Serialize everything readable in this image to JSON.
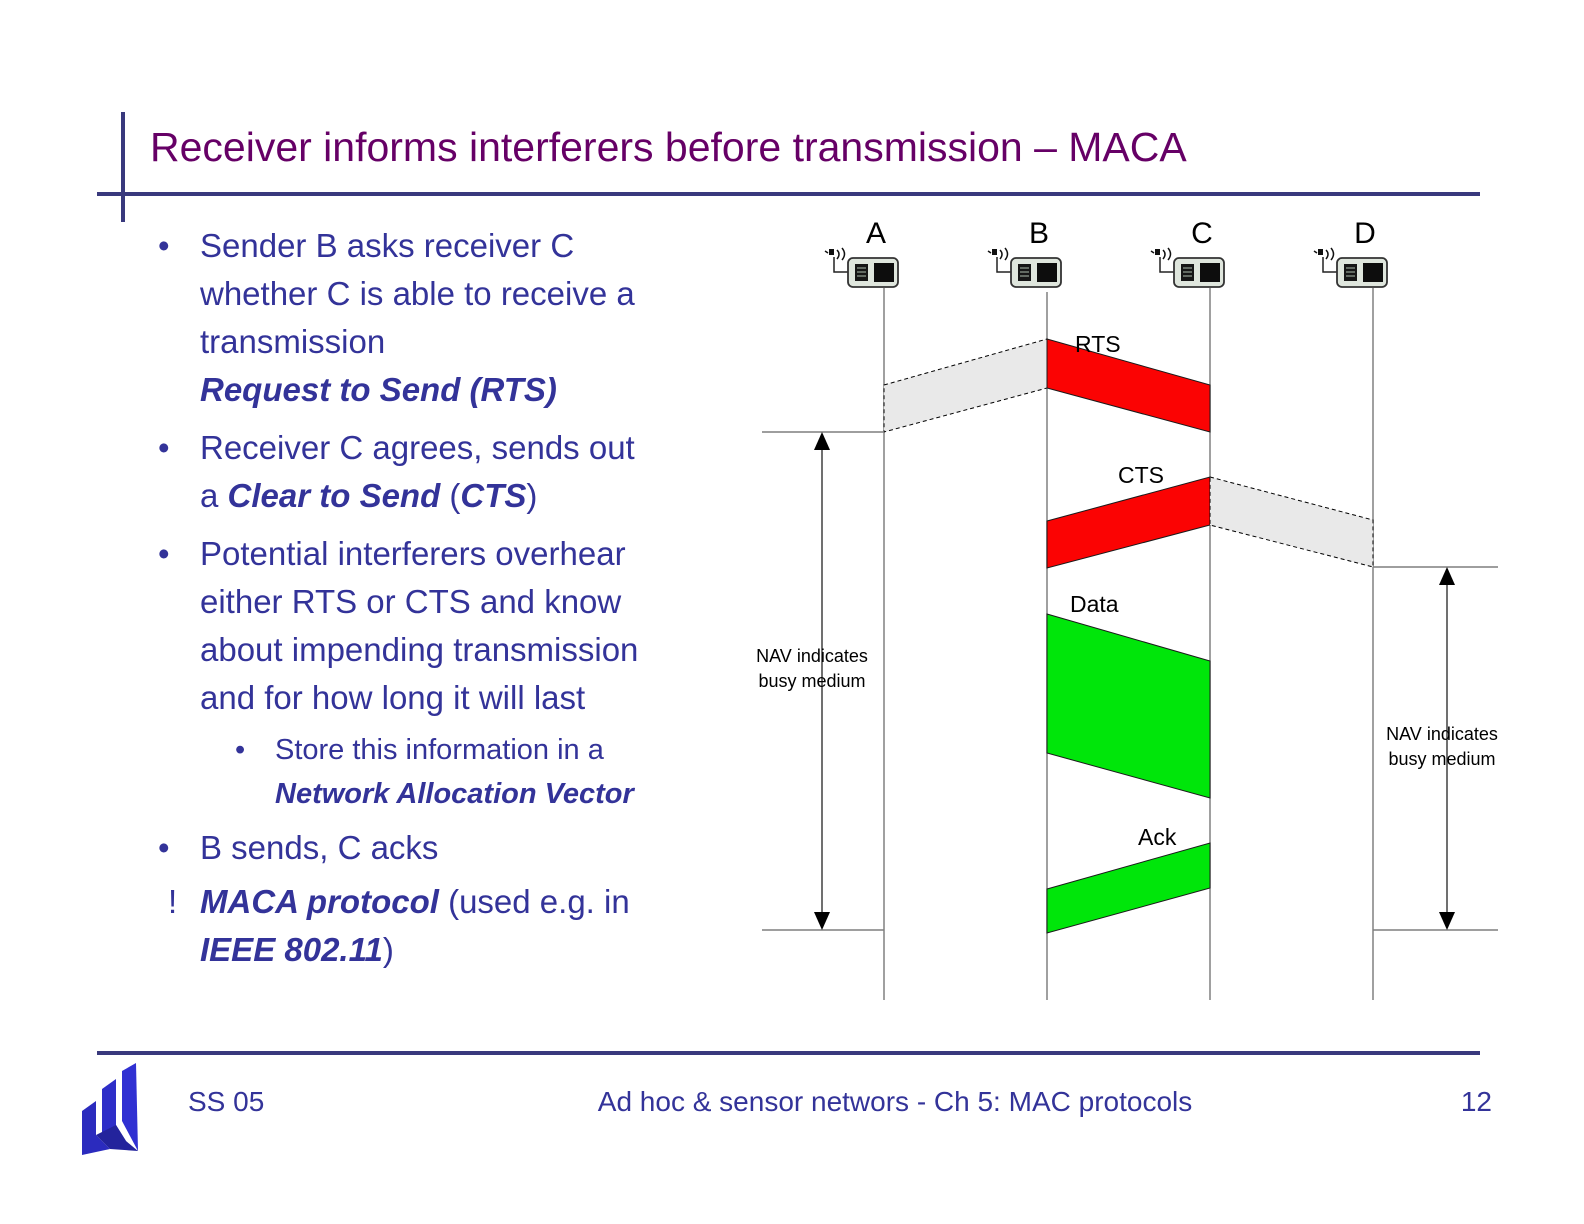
{
  "title": "Receiver informs interferers before transmission – MACA",
  "bullets": [
    {
      "marker": "•",
      "lines": [
        [
          "Sender B asks receiver C"
        ],
        [
          "whether C is able to receive a"
        ],
        [
          "transmission"
        ],
        [
          "Request to Send (RTS)"
        ]
      ]
    },
    {
      "marker": "•",
      "lines": [
        [
          "Receiver C agrees, sends out"
        ],
        [
          "a ",
          "Clear to Send",
          " (",
          "CTS",
          ")"
        ]
      ]
    },
    {
      "marker": "•",
      "lines": [
        [
          "Potential interferers overhear"
        ],
        [
          "either RTS or CTS and know"
        ],
        [
          "about impending transmission"
        ],
        [
          "and for how long it will last"
        ]
      ]
    },
    {
      "marker": "•",
      "lines": [
        [
          "Store this information in a"
        ],
        [
          "Network Allocation Vector"
        ]
      ]
    },
    {
      "marker": "•",
      "lines": [
        [
          "B sends, C acks"
        ]
      ]
    },
    {
      "marker": "!",
      "lines": [
        [
          "MACA protocol",
          " (used e.g. in"
        ],
        [
          "IEEE 802.11",
          ")"
        ]
      ]
    }
  ],
  "diagram": {
    "nodes": [
      {
        "label": "A"
      },
      {
        "label": "B"
      },
      {
        "label": "C"
      },
      {
        "label": "D"
      }
    ],
    "messages": [
      {
        "label": "RTS",
        "color": "#fb0303"
      },
      {
        "label": "CTS",
        "color": "#fb0303"
      },
      {
        "label": "Data",
        "color": "#00e60a"
      },
      {
        "label": "Ack",
        "color": "#00e60a"
      }
    ],
    "overhear_color": "#e9e9e9",
    "nav_left": {
      "lines": [
        "NAV indicates",
        "busy medium"
      ]
    },
    "nav_right": {
      "lines": [
        "NAV indicates",
        "busy medium"
      ]
    }
  },
  "footer": {
    "left": "SS 05",
    "center": "Ad hoc & sensor networs - Ch 5: MAC protocols",
    "page": "12"
  }
}
